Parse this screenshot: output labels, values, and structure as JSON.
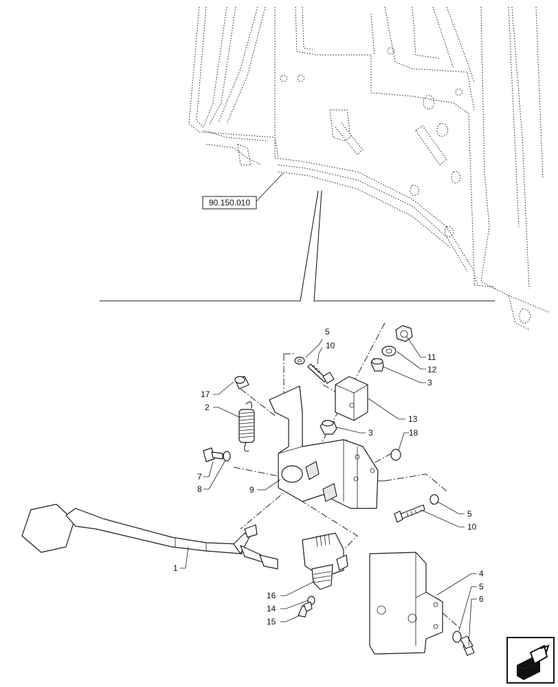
{
  "reference_box": {
    "label": "90.150.010"
  },
  "callouts": [
    {
      "id": "c1",
      "text": "1"
    },
    {
      "id": "c2",
      "text": "2"
    },
    {
      "id": "c3a",
      "text": "3"
    },
    {
      "id": "c3b",
      "text": "3"
    },
    {
      "id": "c4",
      "text": "4"
    },
    {
      "id": "c5a",
      "text": "5"
    },
    {
      "id": "c5b",
      "text": "5"
    },
    {
      "id": "c5c",
      "text": "5"
    },
    {
      "id": "c6",
      "text": "6"
    },
    {
      "id": "c7",
      "text": "7"
    },
    {
      "id": "c8",
      "text": "8"
    },
    {
      "id": "c9",
      "text": "9"
    },
    {
      "id": "c10a",
      "text": "10"
    },
    {
      "id": "c10b",
      "text": "10"
    },
    {
      "id": "c11",
      "text": "11"
    },
    {
      "id": "c12",
      "text": "12"
    },
    {
      "id": "c13",
      "text": "13"
    },
    {
      "id": "c14",
      "text": "14"
    },
    {
      "id": "c15",
      "text": "15"
    },
    {
      "id": "c16",
      "text": "16"
    },
    {
      "id": "c17",
      "text": "17"
    },
    {
      "id": "c18",
      "text": "18"
    }
  ],
  "nav_icon": "next-page-arrow-icon"
}
